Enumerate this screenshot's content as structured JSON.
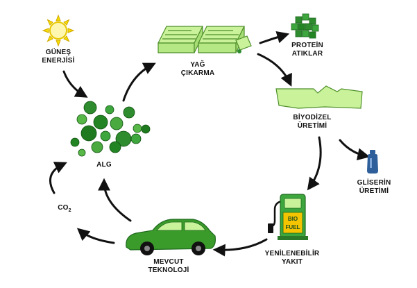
{
  "colors": {
    "arrow": "#111111",
    "algae_dark": "#1f7a1f",
    "algae_light": "#57b847",
    "pale_green": "#c9f29a",
    "green_outline": "#4e8f2a",
    "car_green": "#3a9a2a",
    "pump_yellow": "#f5c400",
    "glycerin_blue": "#2f5f9a",
    "sun_yellow": "#f6e000"
  },
  "nodes": {
    "sun": {
      "icon": "sun-icon",
      "lines": [
        "GÜNEŞ",
        "ENERJİSİ"
      ]
    },
    "algae": {
      "icon": "algae-cluster-icon",
      "lines": [
        "ALG"
      ]
    },
    "oil_extraction": {
      "icon": "oil-press-icon",
      "lines": [
        "YAĞ",
        "ÇIKARMA"
      ]
    },
    "protein_waste": {
      "icon": "protein-cubes-icon",
      "lines": [
        "PROTEİN",
        "ATIKLAR"
      ]
    },
    "biodiesel": {
      "icon": "biodiesel-slab-icon",
      "lines": [
        "BİYODİZEL",
        "ÜRETİMİ"
      ]
    },
    "glycerin": {
      "icon": "glycerin-bottle-icon",
      "lines": [
        "GLİSERİN",
        "ÜRETİMİ"
      ]
    },
    "fuel": {
      "icon": "fuel-pump-icon",
      "lines": [
        "YENİLENEBİLİR",
        "YAKIT"
      ],
      "pump_text": [
        "BIO",
        "FUEL"
      ]
    },
    "car": {
      "icon": "car-icon",
      "lines": [
        "MEVCUT",
        "TEKNOLOJİ"
      ]
    },
    "co2": {
      "base": "CO",
      "sub": "2"
    }
  }
}
